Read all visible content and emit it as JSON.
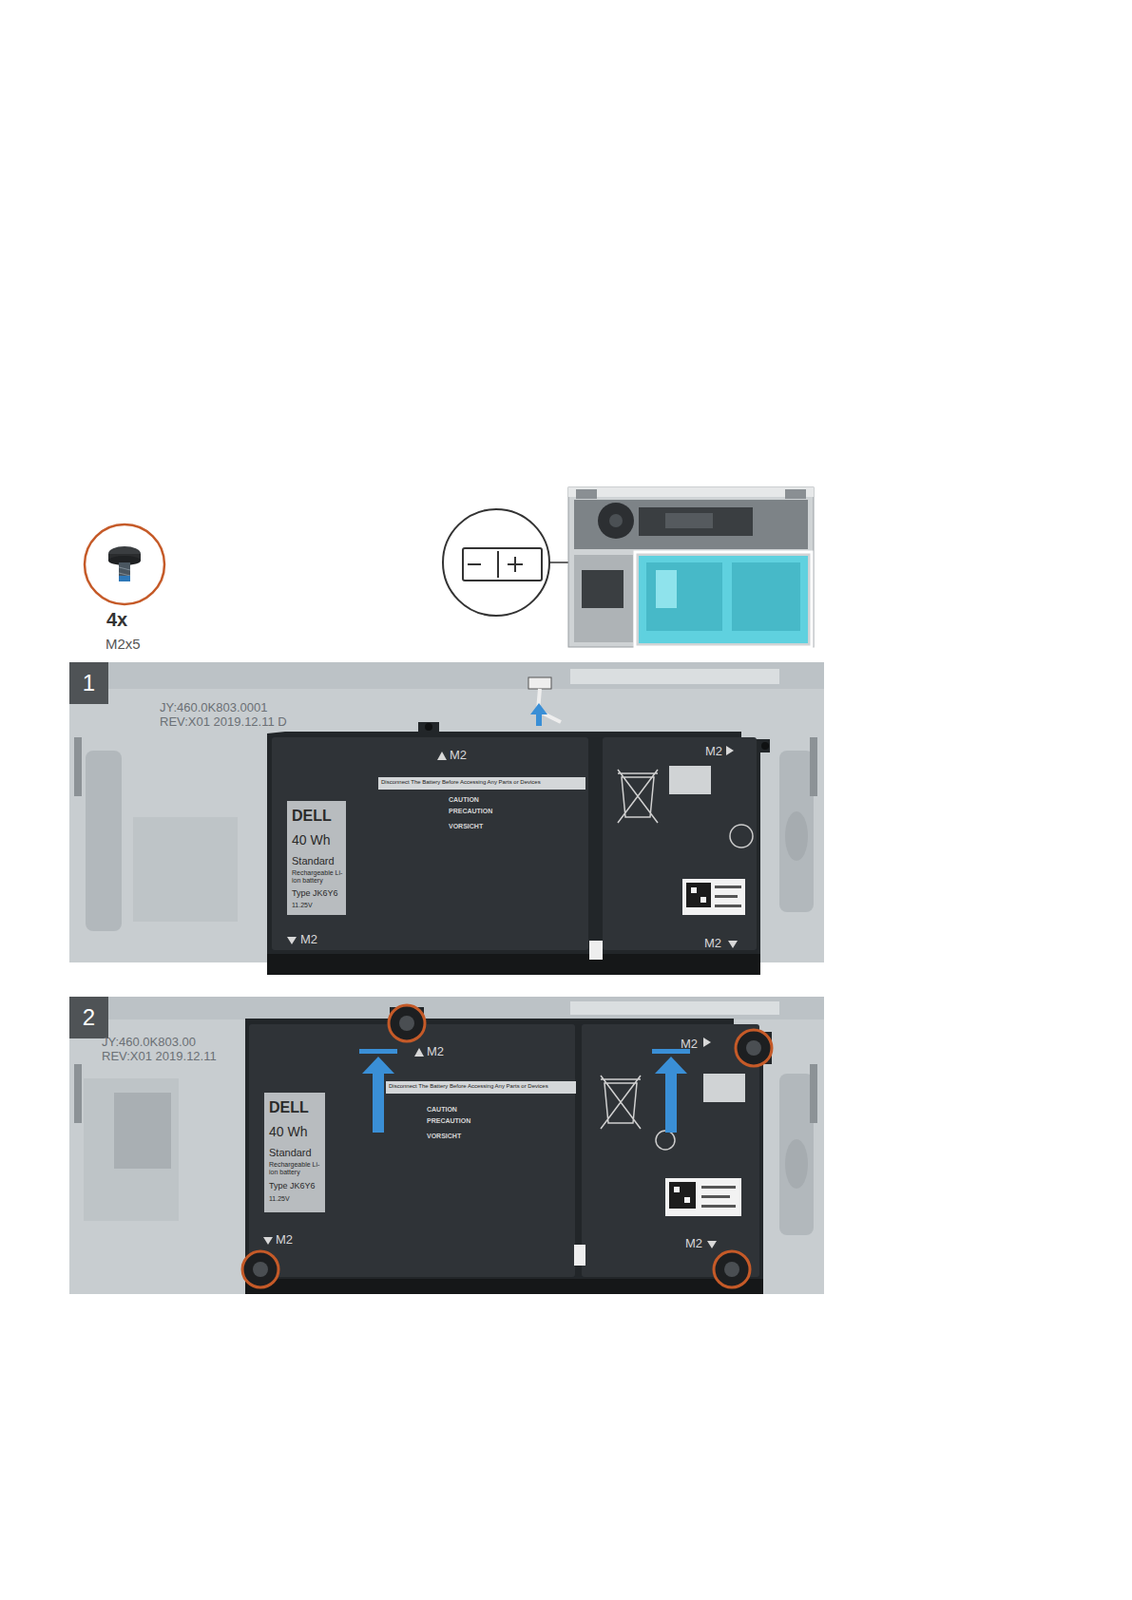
{
  "diagram": {
    "nodes": [
      {
        "text": [
          "1"
        ]
      },
      {
        "text": [
          "2"
        ]
      }
    ],
    "edges": [],
    "labels": [
      "4x",
      "M2x5",
      "JY:460.0K803.0001",
      "REV:X01 2019.12.11 D",
      "M2",
      "M2",
      "M2",
      "M2",
      "DELL",
      "40 Wh",
      "Standard",
      "Rechargeable Li-ion battery",
      "Type JK6Y6",
      "11.25V",
      "Disconnect The Battery Before Accessing Any Parts or Devices",
      "CAUTION",
      "PRECAUTION",
      "VORSICHT",
      "JY:460.0K803.00",
      "REV:X01 2019.12.11",
      "M2",
      "M2",
      "M2",
      "M2",
      "DELL",
      "40 Wh",
      "Standard",
      "Rechargeable Li-ion battery",
      "Type JK6Y6",
      "11.25V",
      "Disconnect The Battery Before Accessing Any Parts or Devices",
      "CAUTION",
      "PRECAUTION",
      "VORSICHT"
    ]
  }
}
